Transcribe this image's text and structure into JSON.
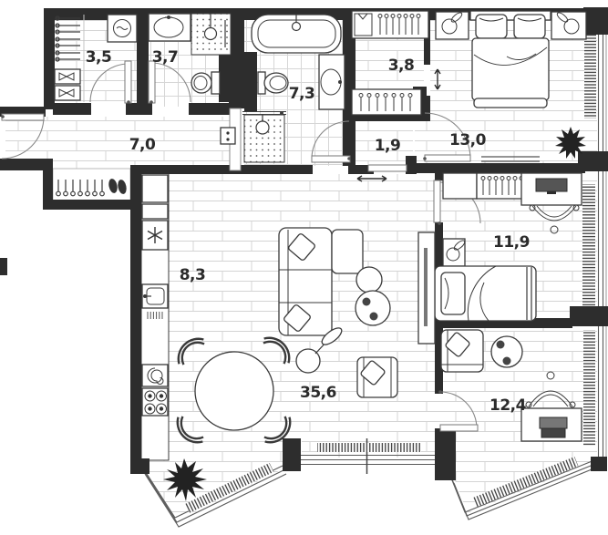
{
  "rooms": {
    "wardrobe_small": {
      "area": "3,5"
    },
    "bathroom_small": {
      "area": "3,7"
    },
    "bathroom_large": {
      "area": "7,3"
    },
    "wardrobe_walkin": {
      "area": "3,8"
    },
    "bedroom_main": {
      "area": "13,0"
    },
    "hallway": {
      "area": "7,0"
    },
    "vestibule": {
      "area": "1,9"
    },
    "bedroom_second": {
      "area": "11,9"
    },
    "kitchen": {
      "area": "8,3"
    },
    "living_room": {
      "area": "35,6"
    },
    "study": {
      "area": "12,4"
    }
  },
  "colors": {
    "walls": "#2d2d2d",
    "floor_lines": "#d4d4d4",
    "furniture": "#3a3a3a"
  }
}
